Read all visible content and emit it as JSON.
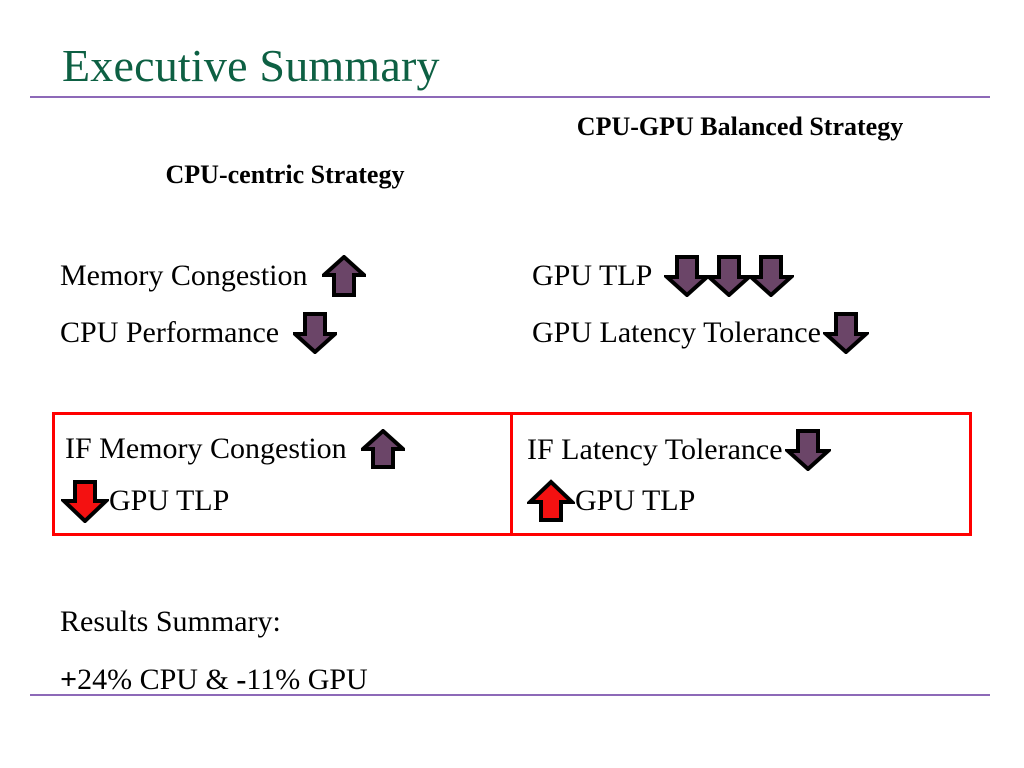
{
  "slide": {
    "title": "Executive Summary",
    "title_color": "#0d6043",
    "rule_color": "#8d69b8",
    "background": "#ffffff"
  },
  "colors": {
    "purple_arrow_fill": "#6b4568",
    "purple_arrow_stroke": "#000000",
    "red_arrow_fill": "#f41111",
    "red_arrow_stroke": "#000000",
    "box_border": "#ff0000",
    "text": "#000000"
  },
  "columns": {
    "left_heading": "CPU-centric Strategy",
    "right_heading": "CPU-GPU Balanced Strategy"
  },
  "rows": {
    "left": [
      {
        "label": "Memory Congestion",
        "arrows": [
          "up-arrow-purple"
        ]
      },
      {
        "label": "CPU Performance",
        "arrows": [
          "down-arrow-purple"
        ]
      }
    ],
    "right": [
      {
        "label": "GPU TLP",
        "arrows": [
          "down-arrow-purple",
          "down-arrow-purple",
          "down-arrow-purple"
        ]
      },
      {
        "label": "GPU Latency Tolerance",
        "arrows": [
          "down-arrow-purple"
        ]
      }
    ]
  },
  "boxes": {
    "left": {
      "line1_text": "IF Memory Congestion",
      "line1_arrow": "up-arrow-purple",
      "line2_arrow": "down-arrow-red",
      "line2_text": "GPU TLP"
    },
    "right": {
      "line1_text": "IF Latency Tolerance",
      "line1_arrow": "down-arrow-purple",
      "line2_arrow": "up-arrow-red",
      "line2_text": "GPU TLP"
    }
  },
  "results": {
    "heading": "Results Summary:",
    "cpu_sign": "+",
    "cpu_value": "24% CPU",
    "separator": " & ",
    "gpu_sign": "-",
    "gpu_value": "11% GPU"
  }
}
